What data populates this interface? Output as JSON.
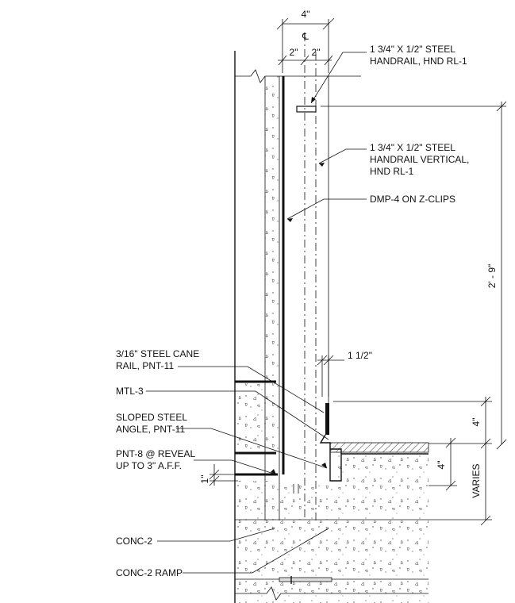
{
  "labels": {
    "handrail": [
      "1 3/4\" X 1/2\" STEEL",
      "HANDRAIL, HND RL-1"
    ],
    "handrail_vertical": [
      "1 3/4\" X 1/2\" STEEL",
      "HANDRAIL VERTICAL,",
      "HND RL-1"
    ],
    "dmp": [
      "DMP-4 ON Z-CLIPS"
    ],
    "cane_rail": [
      "3/16\" STEEL CANE",
      "RAIL, PNT-11"
    ],
    "mtl": [
      "MTL-3"
    ],
    "sloped_angle": [
      "SLOPED STEEL",
      "ANGLE, PNT-11"
    ],
    "pnt8": [
      "PNT-8 @ REVEAL",
      "UP TO 3\" A.F.F."
    ],
    "conc2": [
      "CONC-2"
    ],
    "conc2_ramp": [
      "CONC-2 RAMP"
    ]
  },
  "dimensions": {
    "overall_width": "4\"",
    "centerline": "℄",
    "half_left": "2\"",
    "half_right": "2\"",
    "rail_height": "2' - 9\"",
    "gap": "1 1/2\"",
    "curb_height": "4\"",
    "slab_step": "4\"",
    "varies": "VARIES",
    "reveal": "1\""
  }
}
